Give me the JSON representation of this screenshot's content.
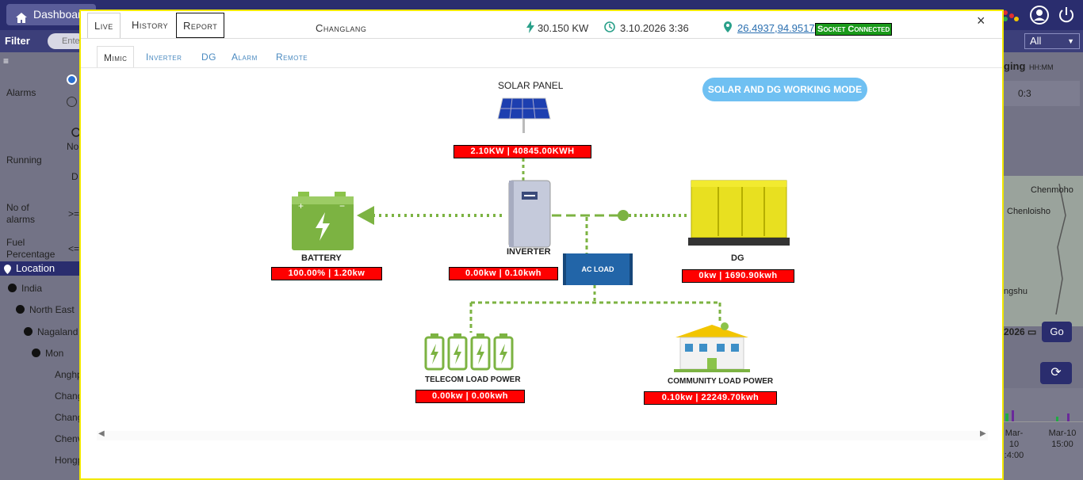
{
  "app": {
    "dashboard_label": "Dashboard",
    "filter_label": "Filter",
    "filter_placeholder": "Ente",
    "all_select": "All",
    "left_rows": {
      "alarms": "Alarms",
      "running": "Running",
      "no_of_alarms_1": "No of",
      "no_of_alarms_2": "alarms",
      "no_of_alarms_op": ">=",
      "fuel_1": "Fuel",
      "fuel_2": "Percentage",
      "fuel_op": "<=",
      "running_sub1": "No",
      "running_sub2": "D"
    },
    "location_label": "Location",
    "tree": [
      "India",
      "North East",
      "Nagaland",
      "Mon",
      "Anghp",
      "Chang",
      "Chang",
      "Chenv",
      "Hongp"
    ],
    "right": {
      "ging": "ging",
      "hhmm": "HH:MM",
      "duration": "0:3",
      "map_label_1": "Chenmoho",
      "map_label_2": "Chenloisho",
      "map_label_3": "ngshu",
      "date_partial": "2026",
      "go": "Go",
      "axis_1_date": "Mar-10",
      "axis_1_time": ":4:00",
      "axis_2_date": "Mar-10",
      "axis_2_time": "15:00"
    }
  },
  "modal": {
    "tabs": [
      "Live",
      "History",
      "Report"
    ],
    "site": "Changlang",
    "power": "30.150 KW",
    "timestamp": "3.10.2026 3:36",
    "coords": "26.4937,94.9517",
    "socket": "Socket Connected",
    "close": "×",
    "subtabs": [
      "Mimic",
      "Inverter",
      "DG",
      "Alarm",
      "Remote"
    ]
  },
  "mimic": {
    "mode": "SOLAR AND DG WORKING MODE",
    "solar": {
      "label": "SOLAR PANEL",
      "value": "2.10KW | 40845.00KWH"
    },
    "battery": {
      "label": "BATTERY",
      "value": "100.00% | 1.20kw"
    },
    "inverter": {
      "label": "INVERTER",
      "value": "0.00kw | 0.10kwh"
    },
    "dg": {
      "label": "DG",
      "value": "0kw | 1690.90kwh"
    },
    "ac_load": "AC LOAD",
    "telecom": {
      "label": "TELECOM LOAD POWER",
      "value": "0.00kw | 0.00kwh"
    },
    "community": {
      "label": "COMMUNITY LOAD POWER",
      "value": "0.10kw | 22249.70kwh"
    }
  },
  "colors": {
    "flow": "#7cb342",
    "alert_box": "#ff0000",
    "mode_pill": "#6fc0f2",
    "socket_ok": "#1a9a1a"
  }
}
